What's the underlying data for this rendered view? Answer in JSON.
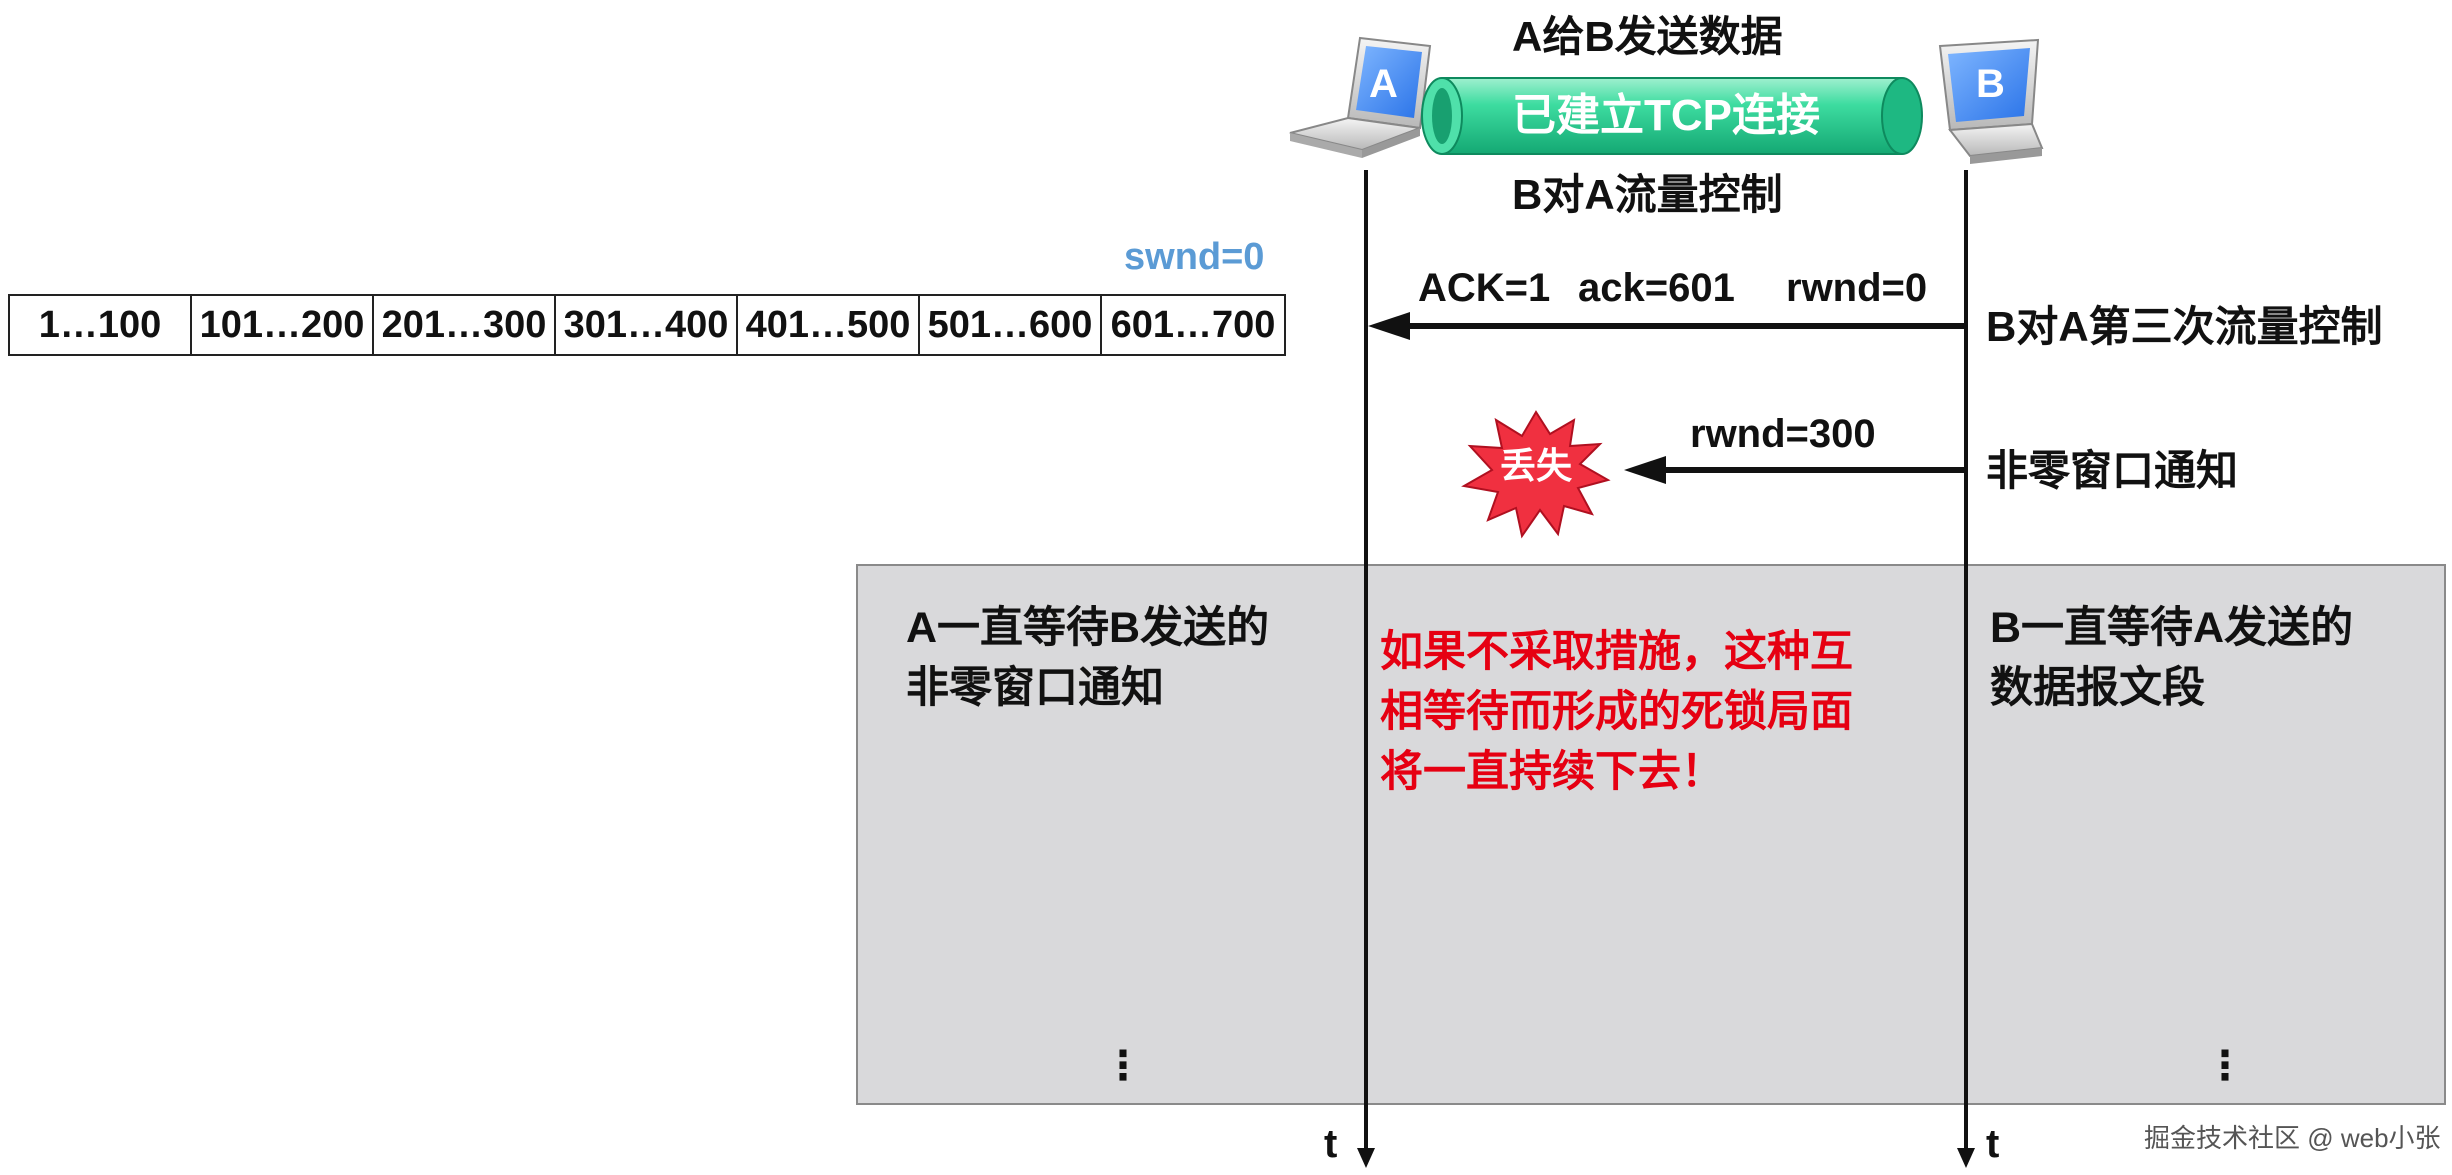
{
  "title_top": "A给B发送数据",
  "connection_label": "已建立TCP连接",
  "title_bottom": "B对A流量控制",
  "host_a_label": "A",
  "host_b_label": "B",
  "swnd_label": "swnd=0",
  "buffer_cells": [
    "1…100",
    "101…200",
    "201…300",
    "301…400",
    "401…500",
    "501…600",
    "601…700"
  ],
  "msg1": {
    "ack_flag": "ACK=1",
    "ack_num": "ack=601",
    "rwnd": "rwnd=0"
  },
  "msg1_note": "B对A第三次流量控制",
  "msg2_rwnd": "rwnd=300",
  "msg2_note": "非零窗口通知",
  "lost_label": "丢失",
  "panel_left": [
    "A一直等待B发送的",
    "非零窗口通知"
  ],
  "panel_middle": [
    "如果不采取措施，这种互",
    "相等待而形成的死锁局面",
    "将一直持续下去！"
  ],
  "panel_right": [
    "B一直等待A发送的",
    "数据报文段"
  ],
  "ellipsis": "⋮",
  "time_a": "t",
  "time_b": "t",
  "watermark": "掘金技术社区 @ web小张",
  "colors": {
    "swnd": "#5b9bd5",
    "warning": "#e60012",
    "pipe": "#2fd39a",
    "burst": "#f03040",
    "panel": "#d9d9db"
  }
}
